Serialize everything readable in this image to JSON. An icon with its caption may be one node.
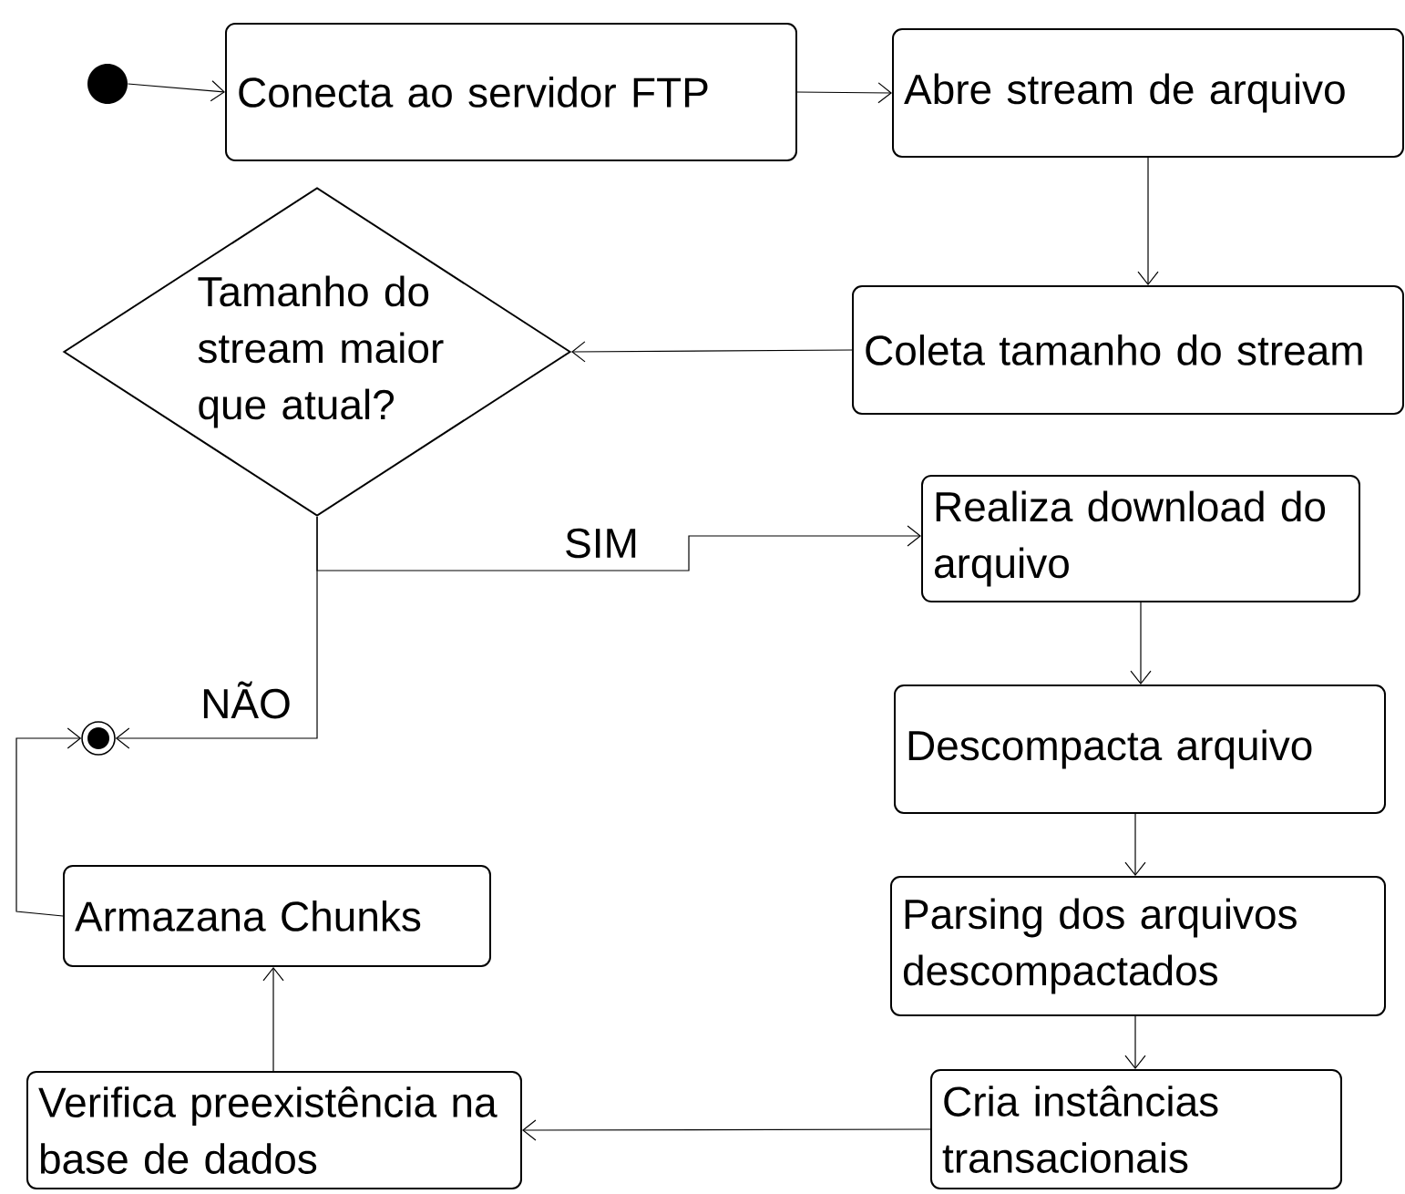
{
  "diagram": {
    "nodes": [
      {
        "text": [],
        "shape": "circle"
      },
      {
        "text": [
          "Conecta ao servidor FTP"
        ]
      },
      {
        "text": [
          "Abre stream de arquivo"
        ]
      },
      {
        "text": [
          "Coleta tamanho do stream"
        ]
      },
      {
        "text": [
          "Tamanho do stream maior que atual?"
        ]
      },
      {
        "text": [
          "Realiza download do arquivo"
        ]
      },
      {
        "text": [
          "Descompacta arquivo"
        ]
      },
      {
        "text": [
          "Parsing dos arquivos descompactados"
        ]
      },
      {
        "text": [
          "Cria instâncias transacionais"
        ]
      },
      {
        "text": [
          "Verifica preexistência na base de dados"
        ]
      },
      {
        "text": [
          "Armazana Chunks"
        ]
      },
      {
        "text": [],
        "shape": "circle"
      }
    ],
    "edges": [
      {
        "from": 0,
        "to": 1,
        "arrow": "to"
      },
      {
        "from": 1,
        "to": 2,
        "arrow": "to"
      },
      {
        "from": 2,
        "to": 3,
        "arrow": "to"
      },
      {
        "from": 3,
        "to": 4,
        "arrow": "to"
      },
      {
        "from": 4,
        "to": 5,
        "arrow": "to",
        "label": "SIM"
      },
      {
        "from": 4,
        "to": 11,
        "arrow": "to",
        "label": "NÃO"
      },
      {
        "from": 5,
        "to": 6,
        "arrow": "to"
      },
      {
        "from": 6,
        "to": 7,
        "arrow": "to"
      },
      {
        "from": 7,
        "to": 8,
        "arrow": "to"
      },
      {
        "from": 8,
        "to": 9,
        "arrow": "to"
      },
      {
        "from": 9,
        "to": 10,
        "arrow": "to"
      },
      {
        "from": 10,
        "to": 11,
        "arrow": "to"
      }
    ]
  }
}
